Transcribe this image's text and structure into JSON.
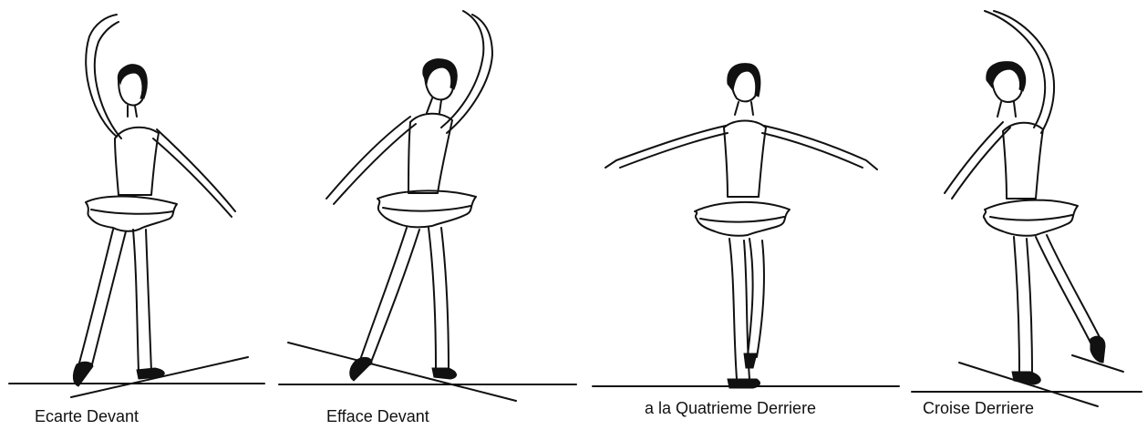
{
  "figures": [
    {
      "id": "ecarte-devant",
      "caption": "Ecarte Devant"
    },
    {
      "id": "efface-devant",
      "caption": "Efface Devant"
    },
    {
      "id": "quatrieme-derriere",
      "caption": "a la Quatrieme Derriere"
    },
    {
      "id": "croise-derriere",
      "caption": "Croise Derriere"
    }
  ],
  "colors": {
    "ink": "#111111",
    "background": "#ffffff"
  }
}
